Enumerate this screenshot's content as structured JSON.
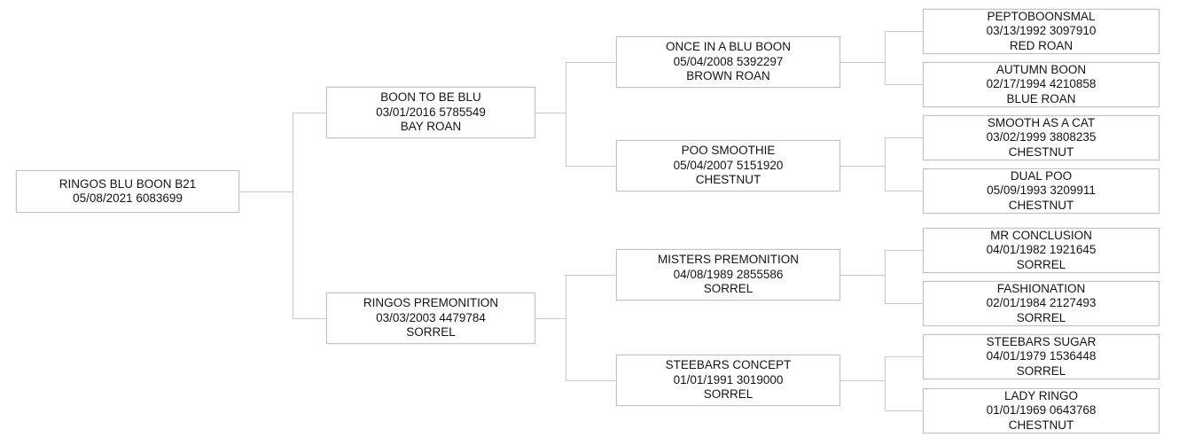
{
  "pedigree": {
    "subject": {
      "name": "RINGOS BLU BOON B21",
      "info": "05/08/2021 6083699"
    },
    "gen2": [
      {
        "name": "BOON TO BE BLU",
        "info": "03/01/2016 5785549",
        "coat": "BAY ROAN"
      },
      {
        "name": "RINGOS PREMONITION",
        "info": "03/03/2003 4479784",
        "coat": "SORREL"
      }
    ],
    "gen3": [
      {
        "name": "ONCE IN A BLU BOON",
        "info": "05/04/2008 5392297",
        "coat": "BROWN ROAN"
      },
      {
        "name": "POO SMOOTHIE",
        "info": "05/04/2007 5151920",
        "coat": "CHESTNUT"
      },
      {
        "name": "MISTERS PREMONITION",
        "info": "04/08/1989 2855586",
        "coat": "SORREL"
      },
      {
        "name": "STEEBARS CONCEPT",
        "info": "01/01/1991 3019000",
        "coat": "SORREL"
      }
    ],
    "gen4": [
      {
        "name": "PEPTOBOONSMAL",
        "info": "03/13/1992 3097910",
        "coat": "RED ROAN"
      },
      {
        "name": "AUTUMN BOON",
        "info": "02/17/1994 4210858",
        "coat": "BLUE ROAN"
      },
      {
        "name": "SMOOTH AS A CAT",
        "info": "03/02/1999 3808235",
        "coat": "CHESTNUT"
      },
      {
        "name": "DUAL POO",
        "info": "05/09/1993 3209911",
        "coat": "CHESTNUT"
      },
      {
        "name": "MR CONCLUSION",
        "info": "04/01/1982 1921645",
        "coat": "SORREL"
      },
      {
        "name": "FASHIONATION",
        "info": "02/01/1984 2127493",
        "coat": "SORREL"
      },
      {
        "name": "STEEBARS SUGAR",
        "info": "04/01/1979 1536448",
        "coat": "SORREL"
      },
      {
        "name": "LADY RINGO",
        "info": "01/01/1969 0643768",
        "coat": "CHESTNUT"
      }
    ],
    "colors": {
      "line": "#c9c9c9",
      "box_border": "#c2c2c2",
      "text": "#141414",
      "background": "#ffffff"
    }
  }
}
